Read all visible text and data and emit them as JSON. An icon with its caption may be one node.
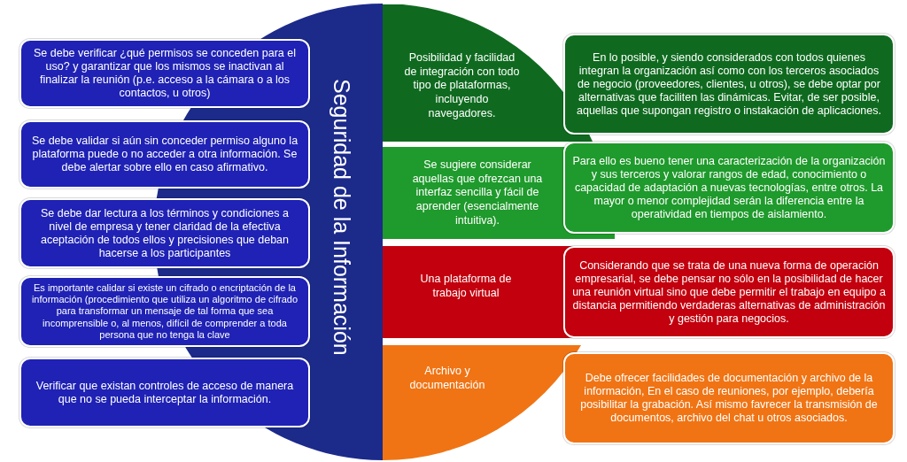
{
  "diagram": {
    "nodes": [
      {
        "text": [
          "Seguridad de la Información"
        ]
      },
      {
        "text": [
          "Se debe verificar ¿qué permisos se conceden para el uso? y garantizar que los mismos se inactivan al finalizar la reunión (p.e. acceso a la cámara o a los contactos, u otros)"
        ]
      },
      {
        "text": [
          "Se debe validar si aún sin conceder permiso alguno la plataforma puede o no acceder a otra información. Se debe alertar sobre ello en caso afirmativo."
        ]
      },
      {
        "text": [
          "Se debe dar lectura a los términos y condiciones a nivel de empresa y tener claridad de la efectiva aceptación de todos ellos y precisiones que deban hacerse a los participantes"
        ]
      },
      {
        "text": [
          "Es importante calidar si existe un cifrado o encriptación de la información (procedimiento que utiliza un algoritmo de cifrado para transformar un mensaje de tal forma que sea incomprensible o, al menos, difícil de comprender a toda persona que no tenga la clave"
        ]
      },
      {
        "text": [
          "Verificar que existan controles de acceso de manera que no se pueda interceptar la información."
        ]
      },
      {
        "text": [
          "Posibilidad y facilidad de integración con todo tipo de plataformas, incluyendo navegadores."
        ]
      },
      {
        "text": [
          "En lo posible, y siendo considerados con todos quienes integran la organización así como con los terceros asociados de negocio (proveedores, clientes, u otros), se debe optar por alternativas que faciliten las dinámicas. Evitar, de ser posible, aquellas que supongan registro o instakación de aplicaciones."
        ]
      },
      {
        "text": [
          "Se sugiere considerar aquellas que ofrezcan una interfaz sencilla y fácil de aprender (esencialmente intuitiva)."
        ]
      },
      {
        "text": [
          "Para ello es bueno tener una caracterización de la organización y sus terceros y valorar rangos de edad, conocimiento o capacidad de adaptación a nuevas tecnologías, entre otros.  La mayor o menor complejidad serán la diferencia entre la operatividad en tiempos de aislamiento."
        ]
      },
      {
        "text": [
          "Una plataforma de trabajo virtual"
        ]
      },
      {
        "text": [
          "Considerando que se trata de una nueva forma de operación empresarial, se debe pensar no sólo en la posibilidad de hacer una reunión virtual sino que debe permitir el trabajo en equipo a distancia permitiendo verdaderas alternativas de administración y gestión para negocios."
        ]
      },
      {
        "text": [
          "Archivo y documentación"
        ]
      },
      {
        "text": [
          "Debe ofrecer facilidades de documentación y archivo de la información, En el caso de reuniones, por ejemplo, debería posibilitar la grabación. Así mismo favrecer la transmisión de documentos, archivo del chat u otros asociados."
        ]
      }
    ]
  }
}
